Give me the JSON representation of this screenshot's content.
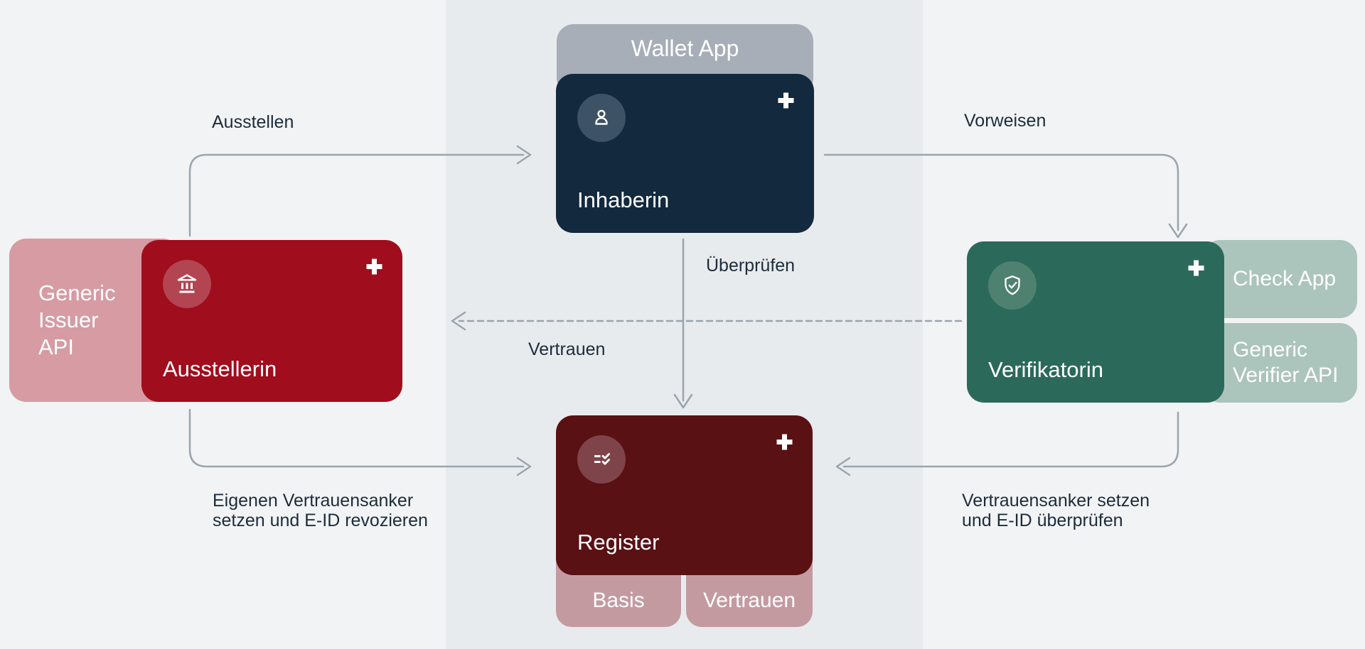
{
  "colors": {
    "background_outer": "#f2f3f5",
    "background_band": "#e8ebee",
    "arrow": "#9aa5af",
    "edge_label_text": "#1d2c3b",
    "holder_card": "#12293e",
    "holder_icon_circle": "#3d5265",
    "wallet_tab": "#a7aeb8",
    "issuer_card": "#a00d1d",
    "issuer_icon_circle": "#b24551",
    "issuer_api_tab": "#d69ba3",
    "verifier_card": "#2b6a5a",
    "verifier_icon_circle": "#4f8170",
    "verifier_tabs": "#abc4bc",
    "register_card": "#5a1114",
    "register_icon_circle": "#7f444a",
    "register_tabs": "#c49aa1",
    "text_on_cards": "#ffffff"
  },
  "nodes": {
    "holder": {
      "title": "Inhaberin",
      "app_tab": "Wallet App",
      "icon": "person-icon",
      "expand_icon": "plus-icon"
    },
    "issuer": {
      "title": "Ausstellerin",
      "api_tab_lines": [
        "Generic",
        "Issuer",
        "API"
      ],
      "icon": "bank-icon",
      "expand_icon": "plus-icon"
    },
    "verifier": {
      "title": "Verifikatorin",
      "check_app_tab": "Check App",
      "api_tab_lines": [
        "Generic",
        "Verifier API"
      ],
      "icon": "shield-check-icon",
      "expand_icon": "plus-icon"
    },
    "register": {
      "title": "Register",
      "basis_tab": "Basis",
      "vertrauen_tab": "Vertrauen",
      "icon": "checklist-icon",
      "expand_icon": "plus-icon"
    }
  },
  "edges": {
    "ausstellen": {
      "label": "Ausstellen"
    },
    "vorweisen": {
      "label": "Vorweisen"
    },
    "ueberpruefen": {
      "label": "Überprüfen"
    },
    "vertrauen": {
      "label": "Vertrauen"
    },
    "issuer_to_register": {
      "lines": [
        "Eigenen Vertrauensanker",
        "setzen und E-ID revozieren"
      ]
    },
    "verifier_to_register": {
      "lines": [
        "Vertrauensanker setzen",
        "und E-ID überprüfen"
      ]
    }
  }
}
